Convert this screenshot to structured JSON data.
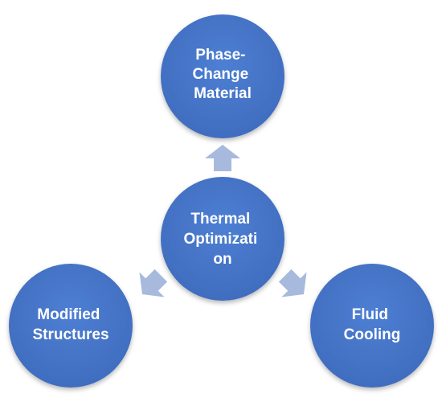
{
  "colors": {
    "node_fill": "#4472c4",
    "node_fill_dark": "#3a63ad",
    "arrow_fill": "#a7b9dd",
    "label_color": "#ffffff"
  },
  "center": {
    "lines": [
      "Thermal",
      "Optimizati",
      "on"
    ]
  },
  "nodes": {
    "top": {
      "lines": [
        "Phase-",
        "Change",
        "Material"
      ]
    },
    "left": {
      "lines": [
        "Modified",
        "Structures"
      ]
    },
    "right": {
      "lines": [
        "Fluid",
        "Cooling"
      ]
    }
  },
  "arrows": {
    "top": {
      "icon": "arrow-up-icon"
    },
    "left": {
      "icon": "arrow-down-left-icon"
    },
    "right": {
      "icon": "arrow-down-right-icon"
    }
  }
}
